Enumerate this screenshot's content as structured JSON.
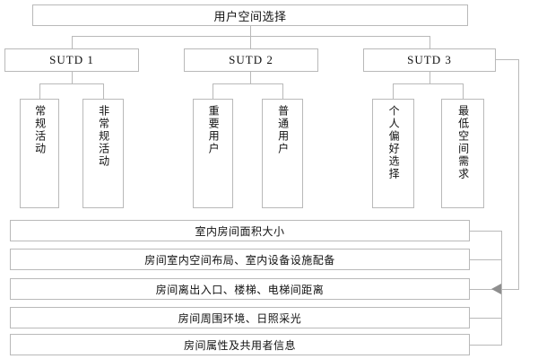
{
  "diagram": {
    "title": "用户空间选择",
    "branches": [
      {
        "label": "SUTD 1",
        "leaves": [
          "常规活动",
          "非常规活动"
        ]
      },
      {
        "label": "SUTD 2",
        "leaves": [
          "重要用户",
          "普通用户"
        ]
      },
      {
        "label": "SUTD 3",
        "leaves": [
          "个人偏好选择",
          "最低空间需求"
        ]
      }
    ],
    "attributes": [
      "室内房间面积大小",
      "房间室内空间布局、室内设备设施配备",
      "房间离出入口、楼梯、电梯间距离",
      "房间周围环境、日照采光",
      "房间属性及共用者信息"
    ],
    "colors": {
      "border": "#b9b9b9",
      "connector": "#b9b9b9",
      "arrow": "#8e8e8e",
      "background": "#ffffff",
      "text": "#111111"
    }
  }
}
